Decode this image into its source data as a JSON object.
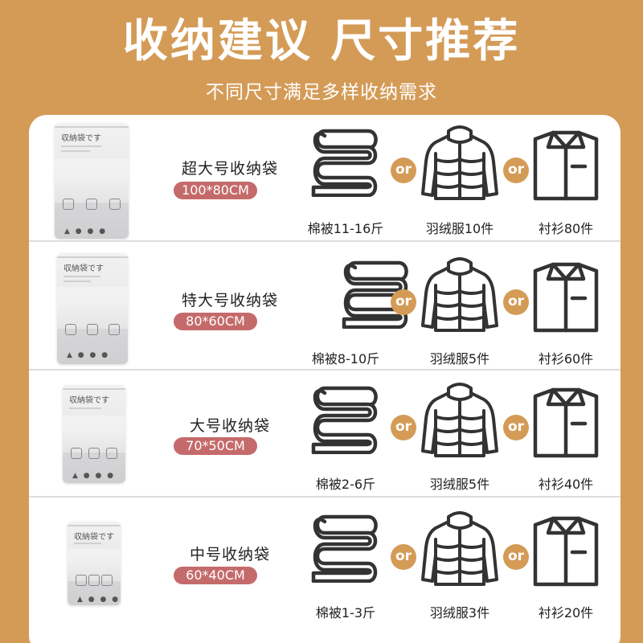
{
  "header": {
    "title": "收纳建议 尺寸推荐",
    "subtitle": "不同尺寸满足多样收纳需求"
  },
  "bag_label": "収納袋です",
  "or_label": "or",
  "icons": [
    "blanket-icon",
    "down-jacket-icon",
    "shirt-icon"
  ],
  "colors": {
    "background": "#D49B57",
    "panel": "#FFFFFF",
    "size_badge": "#C56A6A",
    "or_badge": "#D49B57",
    "icon_stroke": "#333333"
  },
  "rows": [
    {
      "name": "超大号收纳袋",
      "size": "100*80CM",
      "blanket": "棉被11-16斤",
      "jacket": "羽绒服10件",
      "shirt": "衬衫80件"
    },
    {
      "name": "特大号收纳袋",
      "size": "80*60CM",
      "blanket": "棉被8-10斤",
      "jacket": "羽绒服5件",
      "shirt": "衬衫60件"
    },
    {
      "name": "大号收纳袋",
      "size": "70*50CM",
      "blanket": "棉被2-6斤",
      "jacket": "羽绒服5件",
      "shirt": "衬衫40件"
    },
    {
      "name": "中号收纳袋",
      "size": "60*40CM",
      "blanket": "棉被1-3斤",
      "jacket": "羽绒服3件",
      "shirt": "衬衫20件"
    }
  ]
}
